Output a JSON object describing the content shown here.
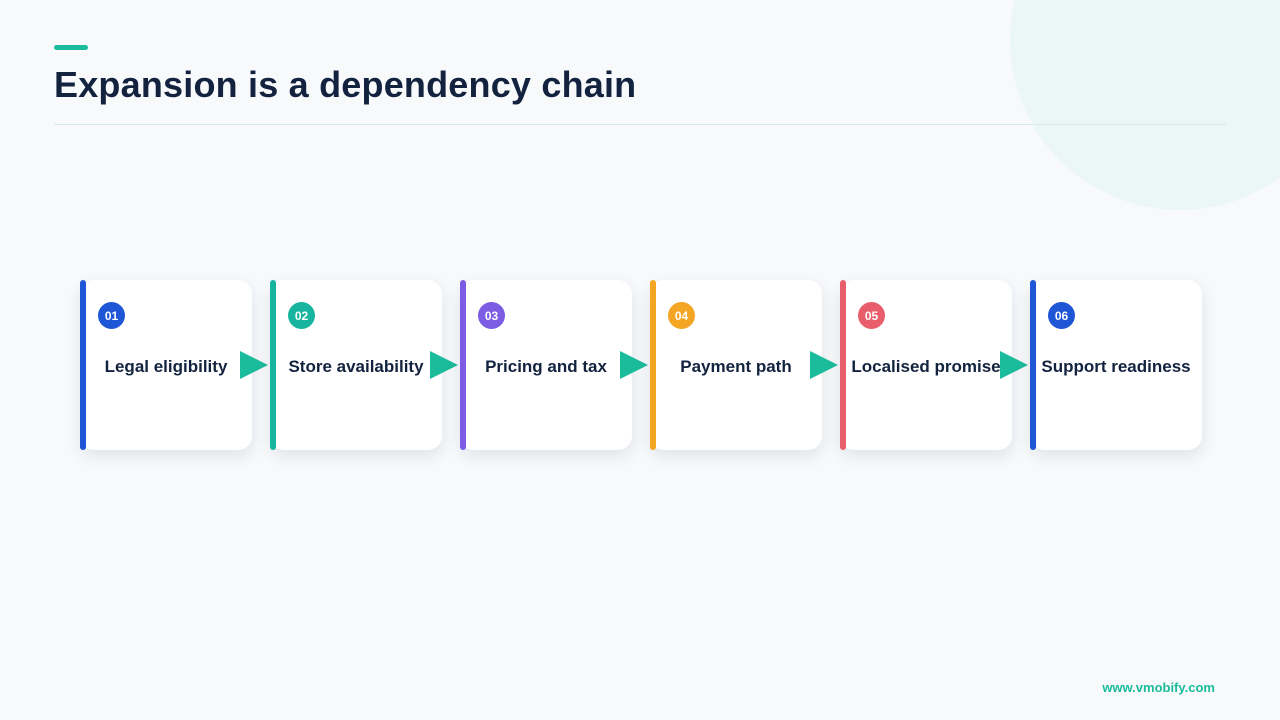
{
  "slide": {
    "title": "Expansion is a dependency chain",
    "footer": "www.vmobify.com",
    "connector_color": "#1abc9c",
    "accent_color": "#1abc9c"
  },
  "steps": [
    {
      "number": "01",
      "label": "Legal eligibility",
      "color": "#1f56d6"
    },
    {
      "number": "02",
      "label": "Store availability",
      "color": "#17b5a0"
    },
    {
      "number": "03",
      "label": "Pricing and tax",
      "color": "#7b5ce3"
    },
    {
      "number": "04",
      "label": "Payment path",
      "color": "#f4a524"
    },
    {
      "number": "05",
      "label": "Localised promise",
      "color": "#e85e6a"
    },
    {
      "number": "06",
      "label": "Support readiness",
      "color": "#1f56d6"
    }
  ]
}
